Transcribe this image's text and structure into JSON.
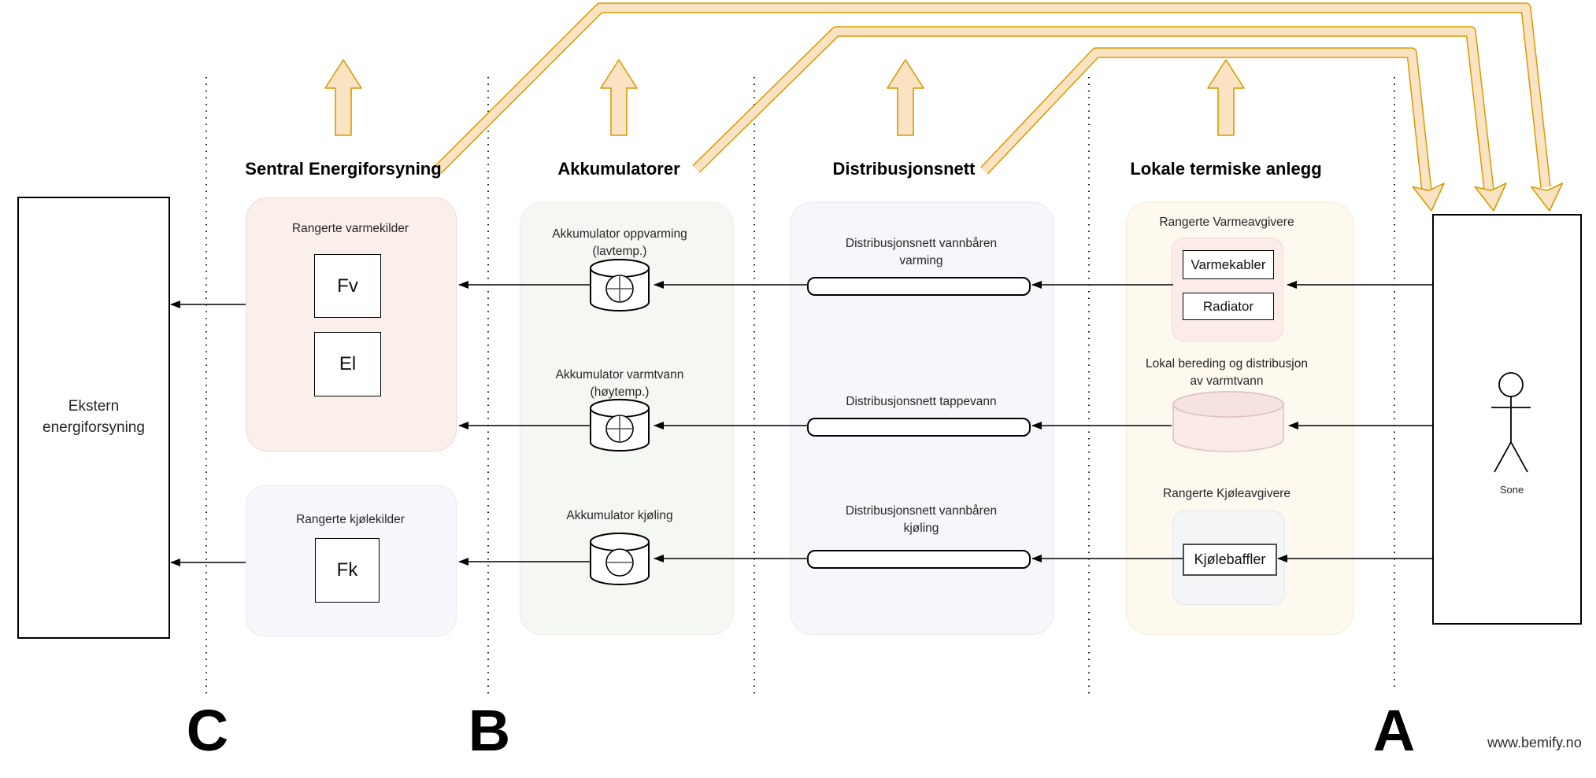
{
  "watermark": "www.bemify.no",
  "zones": {
    "c": "C",
    "b": "B",
    "a": "A"
  },
  "columns": [
    {
      "title": "Sentral Energiforsyning"
    },
    {
      "title": "Akkumulatorer"
    },
    {
      "title": "Distribusjonsnett"
    },
    {
      "title": "Lokale termiske anlegg"
    }
  ],
  "ekstern": {
    "label": "Ekstern energiforsyning"
  },
  "sentral": {
    "varme_group": "Rangerte varmekilder",
    "fv": "Fv",
    "el": "El",
    "kjole_group": "Rangerte kjølekilder",
    "fk": "Fk"
  },
  "akkumulatorer": {
    "oppvarming": "Akkumulator oppvarming (lavtemp.)",
    "varmtvann": "Akkumulator varmtvann (høytemp.)",
    "kjoling": "Akkumulator kjøling"
  },
  "distribusjon": {
    "varming": "Distribusjonsnett vannbåren varming",
    "tappevann": "Distribusjonsnett tappevann",
    "kjoling": "Distribusjonsnett vannbåren kjøling"
  },
  "lokale": {
    "varme_group": "Rangerte Varmeavgivere",
    "varmekabler": "Varmekabler",
    "radiator": "Radiator",
    "bereding": "Lokal bereding og distribusjon av varmtvann",
    "kjole_group": "Rangerte Kjøleavgivere",
    "kjolebaffler": "Kjølebaffler"
  },
  "sone": {
    "label": "Sone"
  },
  "colors": {
    "orange_fill": "#FAE3C2",
    "orange_stroke": "#D79B00",
    "pink_fill": "#FBEFEC",
    "blue_fill": "#F6F8FB",
    "green_fill": "#F5F8F2",
    "lavender_fill": "#F7F6FB",
    "cream_fill": "#FDF9EF",
    "inner_pink_fill": "#FBECEA",
    "inner_gray_fill": "#F3F5F7",
    "line_color": "#000000"
  }
}
